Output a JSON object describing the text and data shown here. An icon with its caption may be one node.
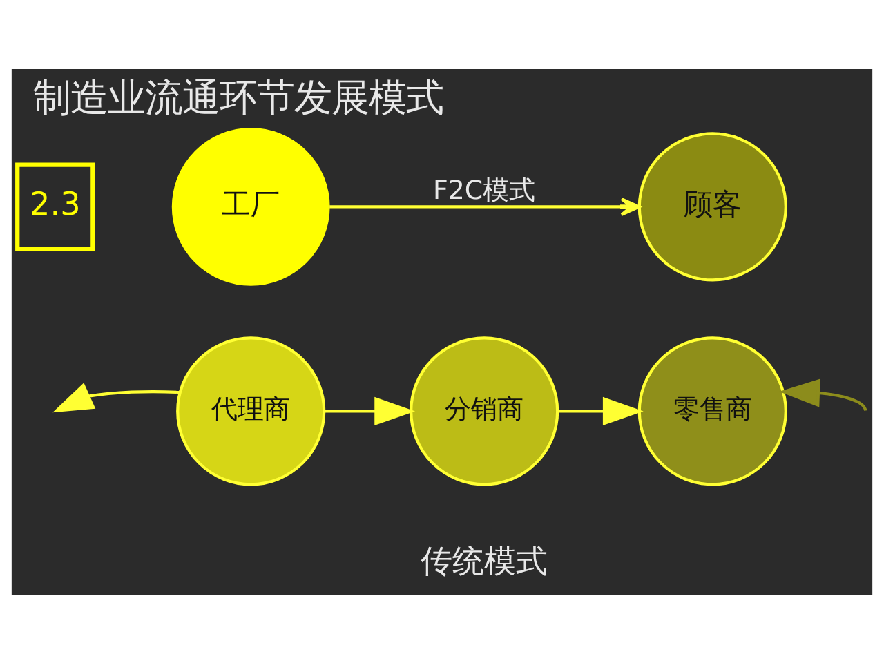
{
  "diagram": {
    "title": "制造业流通环节发展模式",
    "nodes": [
      {
        "text": [
          "2.3"
        ]
      },
      {
        "text": [
          "工厂"
        ]
      },
      {
        "text": [
          "顾客"
        ]
      },
      {
        "text": [
          "代理商"
        ]
      },
      {
        "text": [
          "分销商"
        ]
      },
      {
        "text": [
          "零售商"
        ]
      }
    ],
    "edges": [
      {
        "from": 1,
        "to": 2,
        "arrow": "to",
        "label": "F2C模式"
      },
      {
        "from": 3,
        "to": null,
        "arrow": "to"
      },
      {
        "from": 3,
        "to": 4,
        "arrow": "to"
      },
      {
        "from": 4,
        "to": 5,
        "arrow": "to"
      },
      {
        "from": null,
        "to": 5,
        "arrow": "to",
        "color": "#8c8c1c"
      }
    ],
    "labels": [
      "传统模式"
    ]
  }
}
